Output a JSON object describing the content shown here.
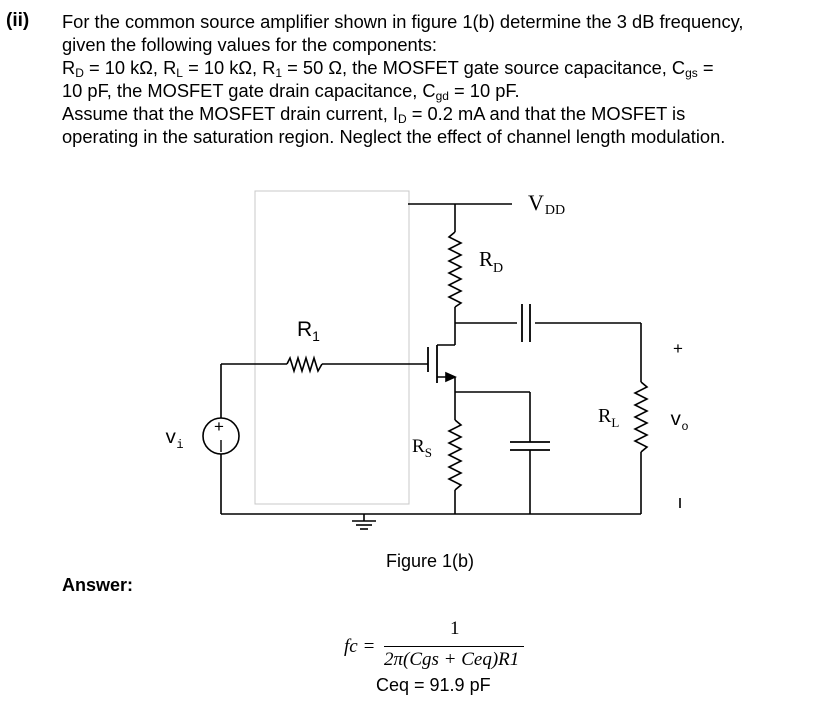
{
  "question": {
    "label": "(ii)",
    "line1": "For the common source amplifier shown in figure 1(b) determine the 3 dB frequency,",
    "line2": "given the following values for the components:",
    "line3": {
      "rd_sym": "R",
      "rd_sub": "D",
      "rd_val": " =  10 kΩ, ",
      "rl_sym": "R",
      "rl_sub": "L",
      "rl_val": " = 10 kΩ, ",
      "r1_sym": "R",
      "r1_sub": "1",
      "r1_val": " = 50 Ω,  the MOSFET gate source capacitance, ",
      "cgs_sym": "C",
      "cgs_sub": "gs",
      "cgs_tail": " ="
    },
    "line4": {
      "pre": "10 pF, the MOSFET gate drain capacitance, ",
      "cgd_sym": "C",
      "cgd_sub": "gd",
      "cgd_val": " = 10 pF."
    },
    "line5": {
      "pre": "Assume that the MOSFET drain current, ",
      "id_sym": "I",
      "id_sub": "D",
      "id_val": " = 0.2 mA and that the MOSFET is"
    },
    "line6": "operating in the saturation region. Neglect the effect of channel length modulation."
  },
  "figure": {
    "vdd": "V",
    "vdd_sub": "DD",
    "rd": "R",
    "rd_sub": "D",
    "r1": "R",
    "r1_sub": "1",
    "rs": "R",
    "rs_sub": "S",
    "rl": "R",
    "rl_sub": "L",
    "vi": "v",
    "vi_sub": "i",
    "vo": "v",
    "vo_sub": "o",
    "plus": "+",
    "minus": "-",
    "caption": "Figure 1(b)"
  },
  "answer": {
    "label": "Answer:",
    "formula_lhs": "fc =",
    "formula_num": "1",
    "formula_den": "2π(Cgs + Ceq)R1",
    "ceq_line": "Ceq = 91.9 pF"
  }
}
